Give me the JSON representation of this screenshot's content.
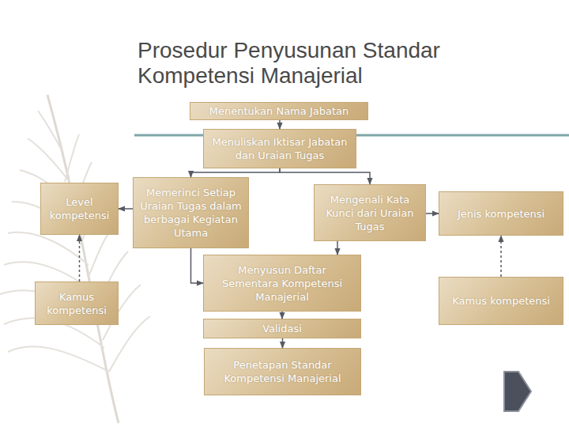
{
  "diagram": {
    "title": "Prosedur Penyusunan Standar Kompetensi Manajerial",
    "nodes": [
      {
        "text": [
          "Menentukan Nama Jabatan"
        ]
      },
      {
        "text": [
          "Menuliskan Iktisar Jabatan dan Uraian Tugas"
        ]
      },
      {
        "text": [
          "Level kompetensi"
        ]
      },
      {
        "text": [
          "Memerinci Setiap Uraian Tugas dalam berbagai Kegiatan Utama"
        ]
      },
      {
        "text": [
          "Mengenali Kata Kunci dari Uraian Tugas"
        ]
      },
      {
        "text": [
          "Jenis kompetensi"
        ]
      },
      {
        "text": [
          "Kamus kompetensi"
        ]
      },
      {
        "text": [
          "Menyusun Daftar Sementara Kompetensi Manajerial"
        ]
      },
      {
        "text": [
          "Kamus kompetensi"
        ]
      },
      {
        "text": [
          "Validasi"
        ]
      },
      {
        "text": [
          "Penetapan Standar Kompetensi Manajerial"
        ]
      }
    ],
    "edges": [
      {
        "from": 0,
        "to": 1,
        "arrow": "to"
      },
      {
        "from": 1,
        "to": 3,
        "arrow": "to"
      },
      {
        "from": 1,
        "to": 4,
        "arrow": "to"
      },
      {
        "from": 3,
        "to": 7,
        "arrow": "to"
      },
      {
        "from": 4,
        "to": 7,
        "arrow": "to"
      },
      {
        "from": 7,
        "to": 9,
        "arrow": "to"
      },
      {
        "from": 9,
        "to": 10,
        "arrow": "to"
      },
      {
        "from": 6,
        "to": 2,
        "arrow": "to"
      },
      {
        "from": 8,
        "to": 5,
        "arrow": "to"
      },
      {
        "from": 3,
        "to": 2,
        "arrow": "to"
      },
      {
        "from": 4,
        "to": 5,
        "arrow": "to"
      }
    ]
  }
}
